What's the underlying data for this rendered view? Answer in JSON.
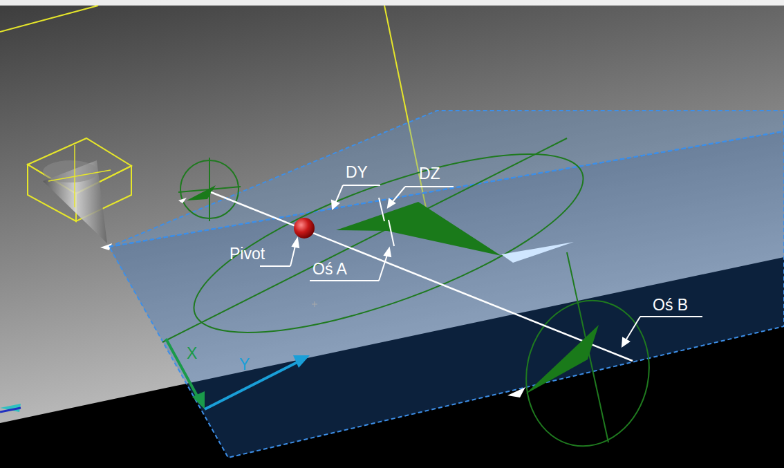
{
  "diagram": {
    "labels": [
      "DY",
      "DZ",
      "Pivot",
      "Oś A",
      "Oś B",
      "X",
      "Y"
    ]
  }
}
